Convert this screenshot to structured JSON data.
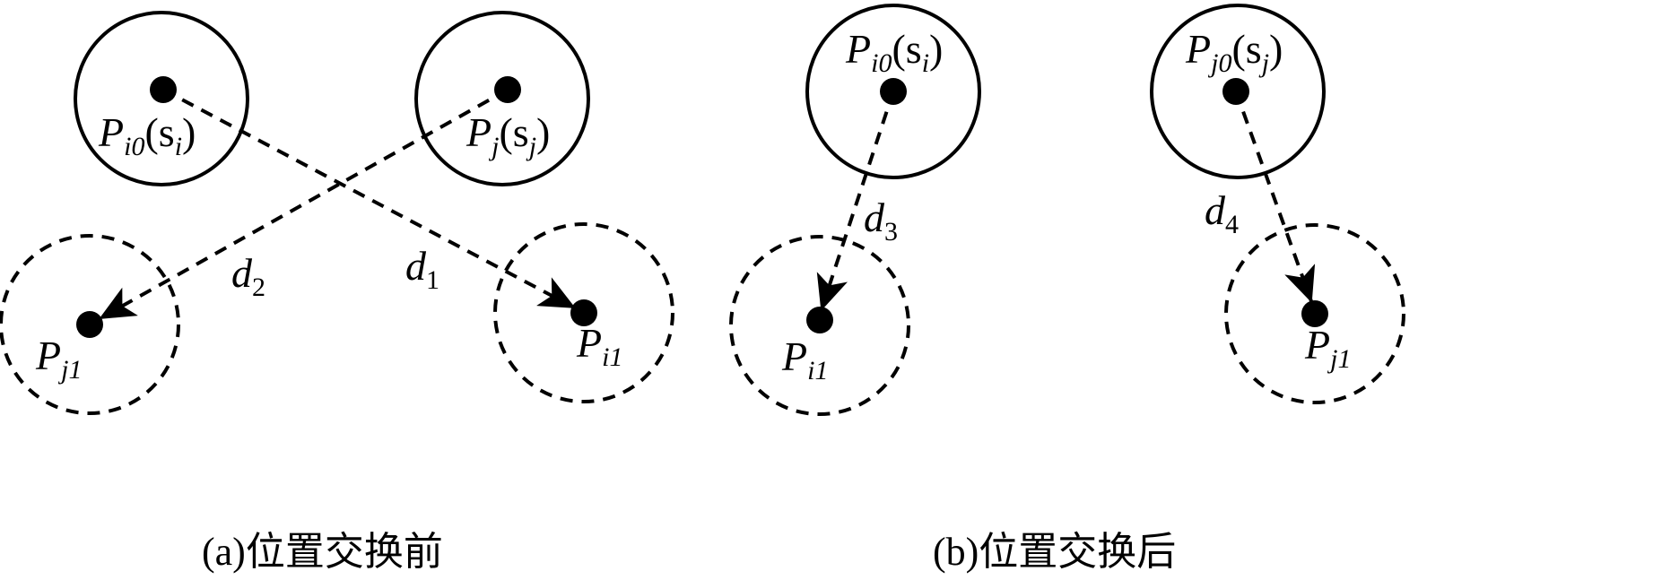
{
  "panel_a": {
    "caption": "(a)位置交换前",
    "circles": [
      {
        "point": {
          "main": "P",
          "sub": "i0",
          "arg": "(s",
          "arg_sub": "i",
          "close": ")"
        }
      },
      {
        "point": {
          "main": "P",
          "sub": "j",
          "arg": "(s",
          "arg_sub": "j",
          "close": ")"
        }
      },
      {
        "point": {
          "main": "P",
          "sub": "j1"
        }
      },
      {
        "point": {
          "main": "P",
          "sub": "i1"
        }
      }
    ],
    "distances": [
      {
        "main": "d",
        "sub": "1"
      },
      {
        "main": "d",
        "sub": "2"
      }
    ]
  },
  "panel_b": {
    "caption": "(b)位置交换后",
    "circles": [
      {
        "point": {
          "main": "P",
          "sub": "i0",
          "arg": "(s",
          "arg_sub": "i",
          "close": ")"
        }
      },
      {
        "point": {
          "main": "P",
          "sub": "j0",
          "arg": "(s",
          "arg_sub": "j",
          "close": ")"
        }
      },
      {
        "point": {
          "main": "P",
          "sub": "i1"
        }
      },
      {
        "point": {
          "main": "P",
          "sub": "j1"
        }
      }
    ],
    "distances": [
      {
        "main": "d",
        "sub": "3"
      },
      {
        "main": "d",
        "sub": "4"
      }
    ]
  }
}
